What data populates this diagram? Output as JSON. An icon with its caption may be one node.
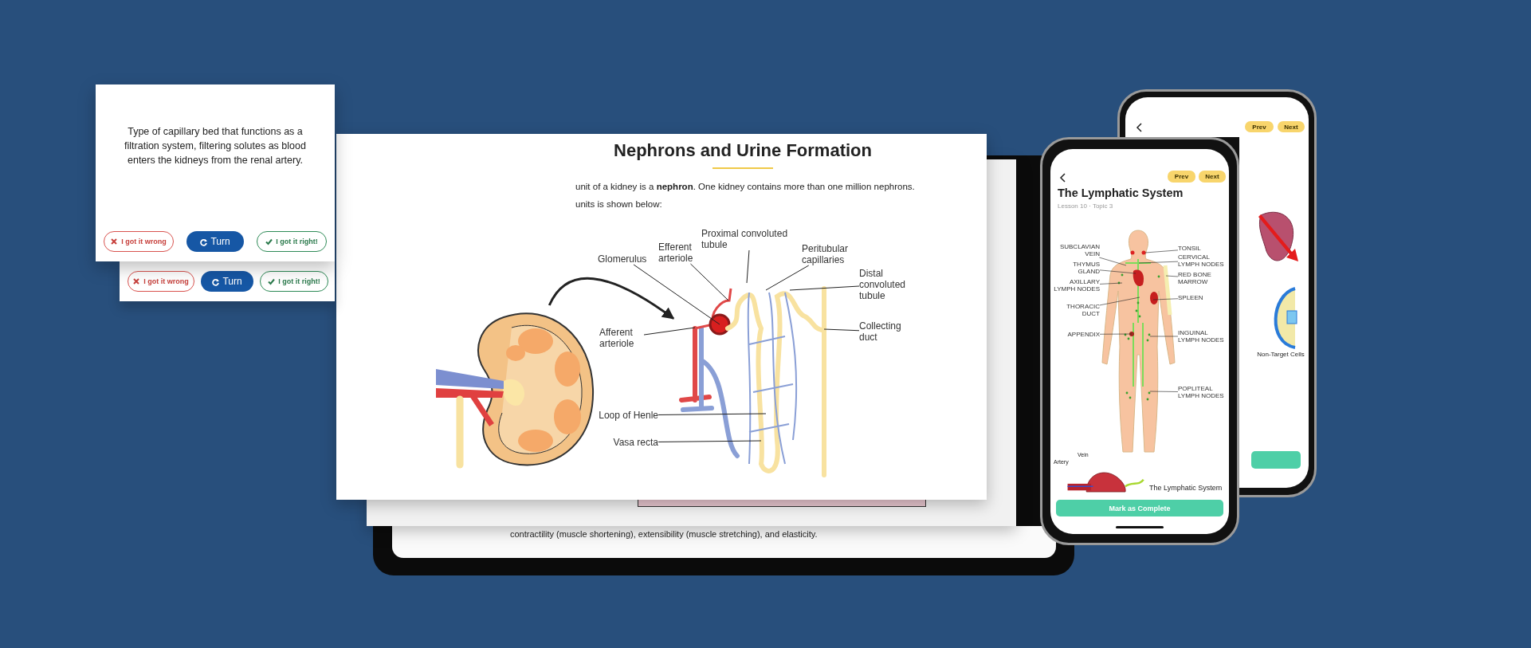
{
  "diagram": {
    "nodes": [
      {
        "text": [],
        "shape": "box"
      },
      {
        "text": [
          "I got it wrong"
        ],
        "in": 0
      },
      {
        "text": [
          "Turn"
        ],
        "in": 0
      },
      {
        "text": [
          "I got it right!"
        ],
        "in": 0
      },
      {
        "text": [
          "Type of capillary bed that functions as a filtration system, filtering solutes as blood enters the kidneys from the renal artery."
        ]
      },
      {
        "text": [
          "I got it wrong"
        ],
        "in": 4
      },
      {
        "text": [
          "Turn"
        ],
        "in": 4
      },
      {
        "text": [
          "I got it right!"
        ],
        "in": 4
      },
      {
        "text": [
          "contractility (muscle shortening), extensibility (muscle stretching), and elasticity."
        ]
      },
      {
        "text": [
          "Nephrons and Urine Formation",
          "unit of a kidney is a **nephron**. One kidney contains more than one million nephrons.",
          "units is shown below:"
        ]
      },
      {
        "text": [],
        "shape": "picture",
        "in": 9
      },
      {
        "text": [],
        "shape": "picture",
        "in": 9
      },
      {
        "text": [
          "Glomerulus"
        ],
        "in": 9
      },
      {
        "text": [
          "Efferent arteriole"
        ],
        "in": 9
      },
      {
        "text": [
          "Proximal convoluted tubule"
        ],
        "in": 9
      },
      {
        "text": [
          "Peritubular capillaries"
        ],
        "in": 9
      },
      {
        "text": [
          "Distal convoluted tubule"
        ],
        "in": 9
      },
      {
        "text": [
          "Afferent arteriole"
        ],
        "in": 9
      },
      {
        "text": [
          "Collecting duct"
        ],
        "in": 9
      },
      {
        "text": [
          "Loop of Henle"
        ],
        "in": 9
      },
      {
        "text": [
          "Vasa recta"
        ],
        "in": 9
      },
      {
        "text": [],
        "shape": "box"
      },
      {
        "text": [
          "Prev"
        ],
        "in": 21
      },
      {
        "text": [
          "Next"
        ],
        "in": 21
      },
      {
        "text": [
          "Non-Target Cells"
        ],
        "in": 21
      },
      {
        "text": [
          "The Lymphatic System",
          "Lesson 10 · Topic 3"
        ]
      },
      {
        "text": [
          "Prev"
        ],
        "in": 25
      },
      {
        "text": [
          "Next"
        ],
        "in": 25
      },
      {
        "text": [],
        "shape": "picture",
        "in": 25
      },
      {
        "text": [
          "TONSIL"
        ],
        "in": 25
      },
      {
        "text": [
          "CERVICAL LYMPH NODES"
        ],
        "in": 25
      },
      {
        "text": [
          "SUBCLAVIAN VEIN"
        ],
        "in": 25
      },
      {
        "text": [
          "THYMUS GLAND"
        ],
        "in": 25
      },
      {
        "text": [
          "RED BONE MARROW"
        ],
        "in": 25
      },
      {
        "text": [
          "AXILLARY LYMPH NODES"
        ],
        "in": 25
      },
      {
        "text": [
          "THORACIC DUCT"
        ],
        "in": 25
      },
      {
        "text": [
          "SPLEEN"
        ],
        "in": 25
      },
      {
        "text": [
          "APPENDIX"
        ],
        "in": 25
      },
      {
        "text": [
          "INGUINAL LYMPH NODES"
        ],
        "in": 25
      },
      {
        "text": [
          "POPLITEAL LYMPH NODES"
        ],
        "in": 25
      },
      {
        "text": [
          "Mark as Complete"
        ],
        "in": 25
      }
    ],
    "edges": [
      {
        "from": 10,
        "to": 11,
        "arrow": "to"
      },
      {
        "from": 12,
        "to": 11,
        "arrow": "none"
      },
      {
        "from": 13,
        "to": 11,
        "arrow": "none"
      },
      {
        "from": 14,
        "to": 11,
        "arrow": "none"
      },
      {
        "from": 15,
        "to": 11,
        "arrow": "none"
      },
      {
        "from": 16,
        "to": 11,
        "arrow": "none"
      },
      {
        "from": 17,
        "to": 11,
        "arrow": "none"
      },
      {
        "from": 18,
        "to": 11,
        "arrow": "none"
      },
      {
        "from": 19,
        "to": 11,
        "arrow": "none"
      },
      {
        "from": 20,
        "to": 11,
        "arrow": "none"
      },
      {
        "from": 29,
        "to": 28,
        "arrow": "none"
      },
      {
        "from": 30,
        "to": 28,
        "arrow": "none"
      },
      {
        "from": 31,
        "to": 28,
        "arrow": "none"
      },
      {
        "from": 32,
        "to": 28,
        "arrow": "none"
      },
      {
        "from": 33,
        "to": 28,
        "arrow": "none"
      },
      {
        "from": 34,
        "to": 28,
        "arrow": "none"
      },
      {
        "from": 35,
        "to": 28,
        "arrow": "none"
      },
      {
        "from": 36,
        "to": 28,
        "arrow": "none"
      },
      {
        "from": 37,
        "to": 28,
        "arrow": "none"
      },
      {
        "from": 38,
        "to": 28,
        "arrow": "none"
      },
      {
        "from": 39,
        "to": 28,
        "arrow": "none"
      }
    ],
    "labels": [
      "Vein",
      "Artery",
      "The Lymphatic System"
    ]
  }
}
